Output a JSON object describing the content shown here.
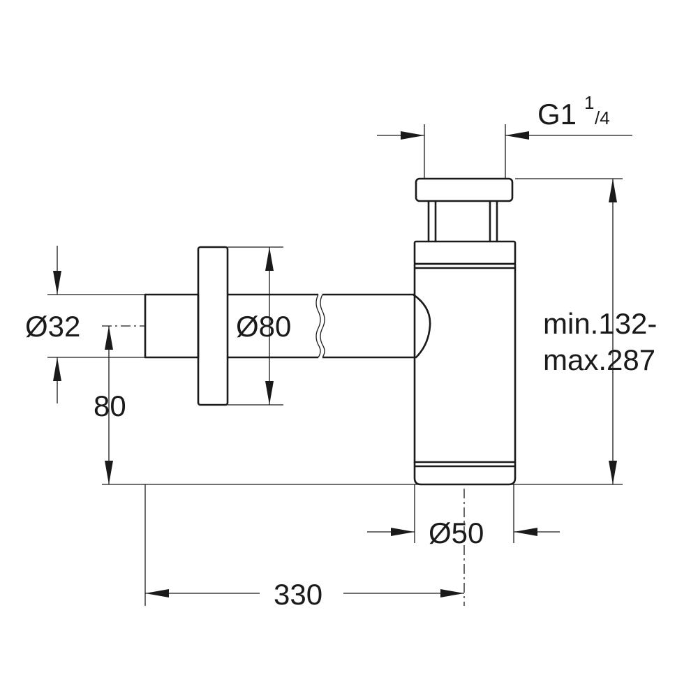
{
  "dimensions": {
    "thread": {
      "main": "G1",
      "sup": "1",
      "sub": "/4"
    },
    "inlet_diameter": "Ø32",
    "rosette_diameter": "Ø80",
    "outlet_height": "80",
    "height_min": "min.132-",
    "height_max": "max.287",
    "bottle_diameter": "Ø50",
    "length": "330"
  },
  "colors": {
    "line": "#1a1a1a",
    "background": "#ffffff"
  }
}
